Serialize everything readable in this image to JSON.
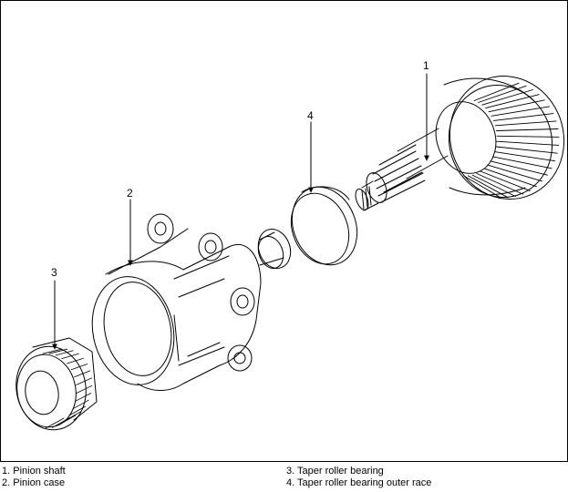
{
  "callouts": {
    "c1": "1",
    "c2": "2",
    "c3": "3",
    "c4": "4"
  },
  "legend": [
    "1.  Pinion shaft",
    "2.  Pinion case",
    "3.  Taper roller bearing",
    "4.  Taper roller bearing outer race"
  ]
}
